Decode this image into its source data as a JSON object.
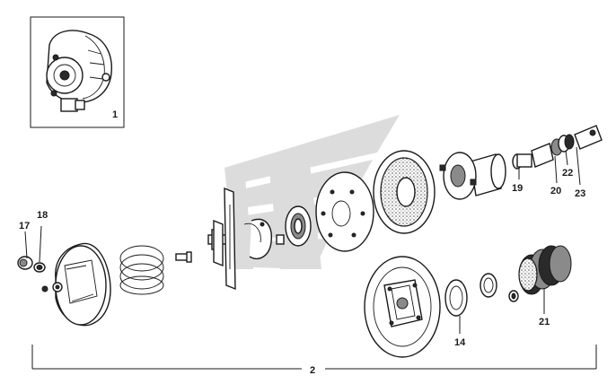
{
  "labels": {
    "l1": "1",
    "l2": "2",
    "l14": "14",
    "l17": "17",
    "l18": "18",
    "l19": "19",
    "l20": "20",
    "l21": "21",
    "l22": "22",
    "l23": "23"
  },
  "colors": {
    "line": "#1a1a1a",
    "watermark": "#d9d9d9",
    "background": "#ffffff"
  }
}
